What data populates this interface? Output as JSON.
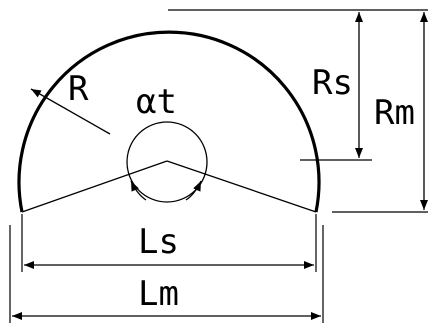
{
  "labels": {
    "radius": "R",
    "angle": "αt",
    "rs": "Rs",
    "rm": "Rm",
    "ls": "Ls",
    "lm": "Lm"
  },
  "colors": {
    "ink": "#000000",
    "background": "#ffffff"
  }
}
